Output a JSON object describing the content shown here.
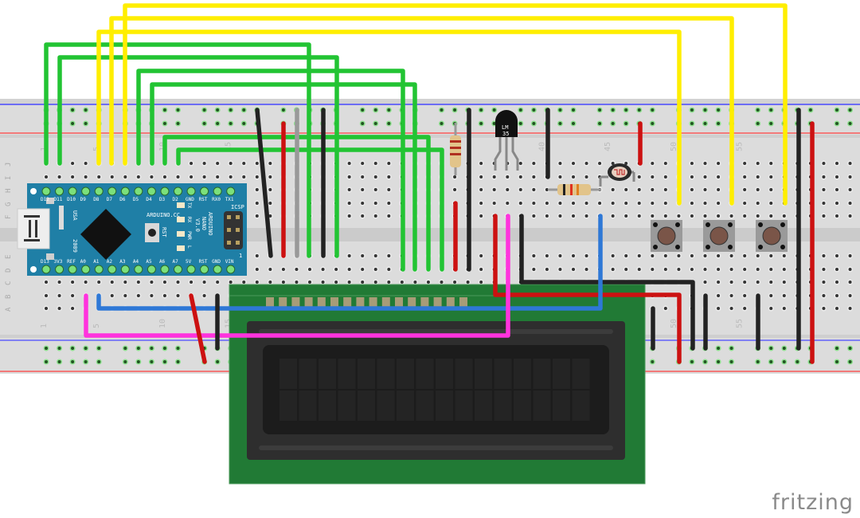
{
  "breadboard": {
    "row_letters_top": [
      "J",
      "I",
      "H",
      "G",
      "F"
    ],
    "row_letters_bottom": [
      "E",
      "D",
      "C",
      "B",
      "A"
    ],
    "column_labels": [
      "1",
      "5",
      "10",
      "15",
      "40",
      "45",
      "50",
      "55"
    ],
    "colors": {
      "body": "#dcdcdc",
      "rail_blue": "#3a3aff",
      "rail_red": "#ff3030",
      "hole": "#333333",
      "hole_active": "#7be07b"
    }
  },
  "arduino": {
    "board_label": "ARDUINO.CC",
    "model_label": [
      "ARDUINO",
      "NANO",
      "V3.0"
    ],
    "usa_label": "USA",
    "year_label": "2009",
    "rst_label": "RST",
    "icsp_label": "ICSP",
    "icsp_pin1": "1",
    "led_labels": [
      "TX",
      "RX",
      "PWR",
      "L"
    ],
    "top_pins": [
      "D12",
      "D11",
      "D10",
      "D9",
      "D8",
      "D7",
      "D6",
      "D5",
      "D4",
      "D3",
      "D2",
      "GND",
      "RST",
      "RX0",
      "TX1"
    ],
    "bottom_pins": [
      "D13",
      "3V3",
      "REF",
      "A0",
      "A1",
      "A2",
      "A3",
      "A4",
      "A5",
      "A6",
      "A7",
      "5V",
      "RST",
      "GND",
      "VIN"
    ],
    "color": "#1f7fa6"
  },
  "sensor": {
    "label_line1": "LM",
    "label_line2": "35"
  },
  "lcd": {
    "columns": 16,
    "rows": 2,
    "pin_count": 16,
    "pcb_color": "#217a35"
  },
  "buttons": {
    "count": 3
  },
  "wire_colors": {
    "green": "#22c433",
    "yellow": "#ffee00",
    "red": "#cc1111",
    "black": "#222222",
    "gray": "#999999",
    "blue": "#2e78d6",
    "pink": "#ff33dd"
  },
  "watermark": "fritzing"
}
